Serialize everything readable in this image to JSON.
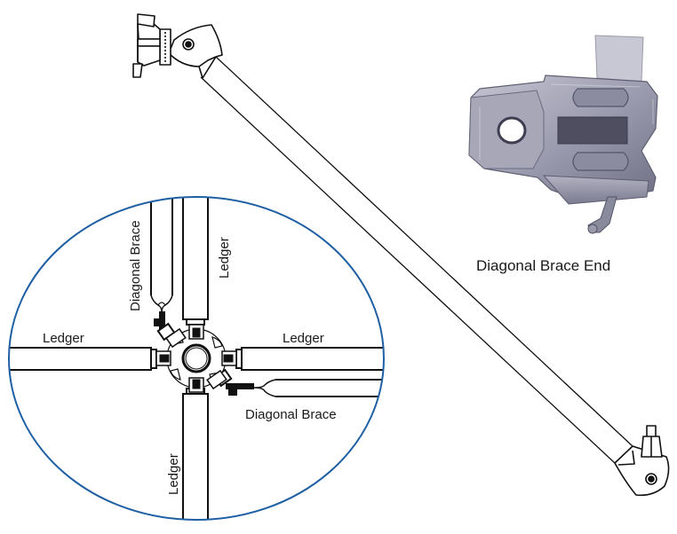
{
  "diagram": {
    "title": "Ringlock Scaffolding Diagonal Brace Connection",
    "colors": {
      "ellipse_border": "#1f5fa3",
      "line": "#111111",
      "metal_light": "#b4b4c4",
      "metal_mid": "#8f8fa3",
      "metal_dark": "#5a5a6e",
      "background": "#ffffff"
    },
    "detail_view": {
      "labels": {
        "ledger_top": "Ledger",
        "ledger_left": "Ledger",
        "ledger_right": "Ledger",
        "ledger_bottom": "Ledger",
        "brace_top": "Diagonal Brace",
        "brace_right": "Diagonal Brace"
      }
    },
    "photo": {
      "caption": "Diagonal Brace End"
    },
    "parts": [
      "diagonal-brace-tube",
      "brace-end-fitting-top",
      "brace-end-fitting-bottom",
      "rosette",
      "ledger-top",
      "ledger-left",
      "ledger-right",
      "ledger-bottom"
    ]
  }
}
